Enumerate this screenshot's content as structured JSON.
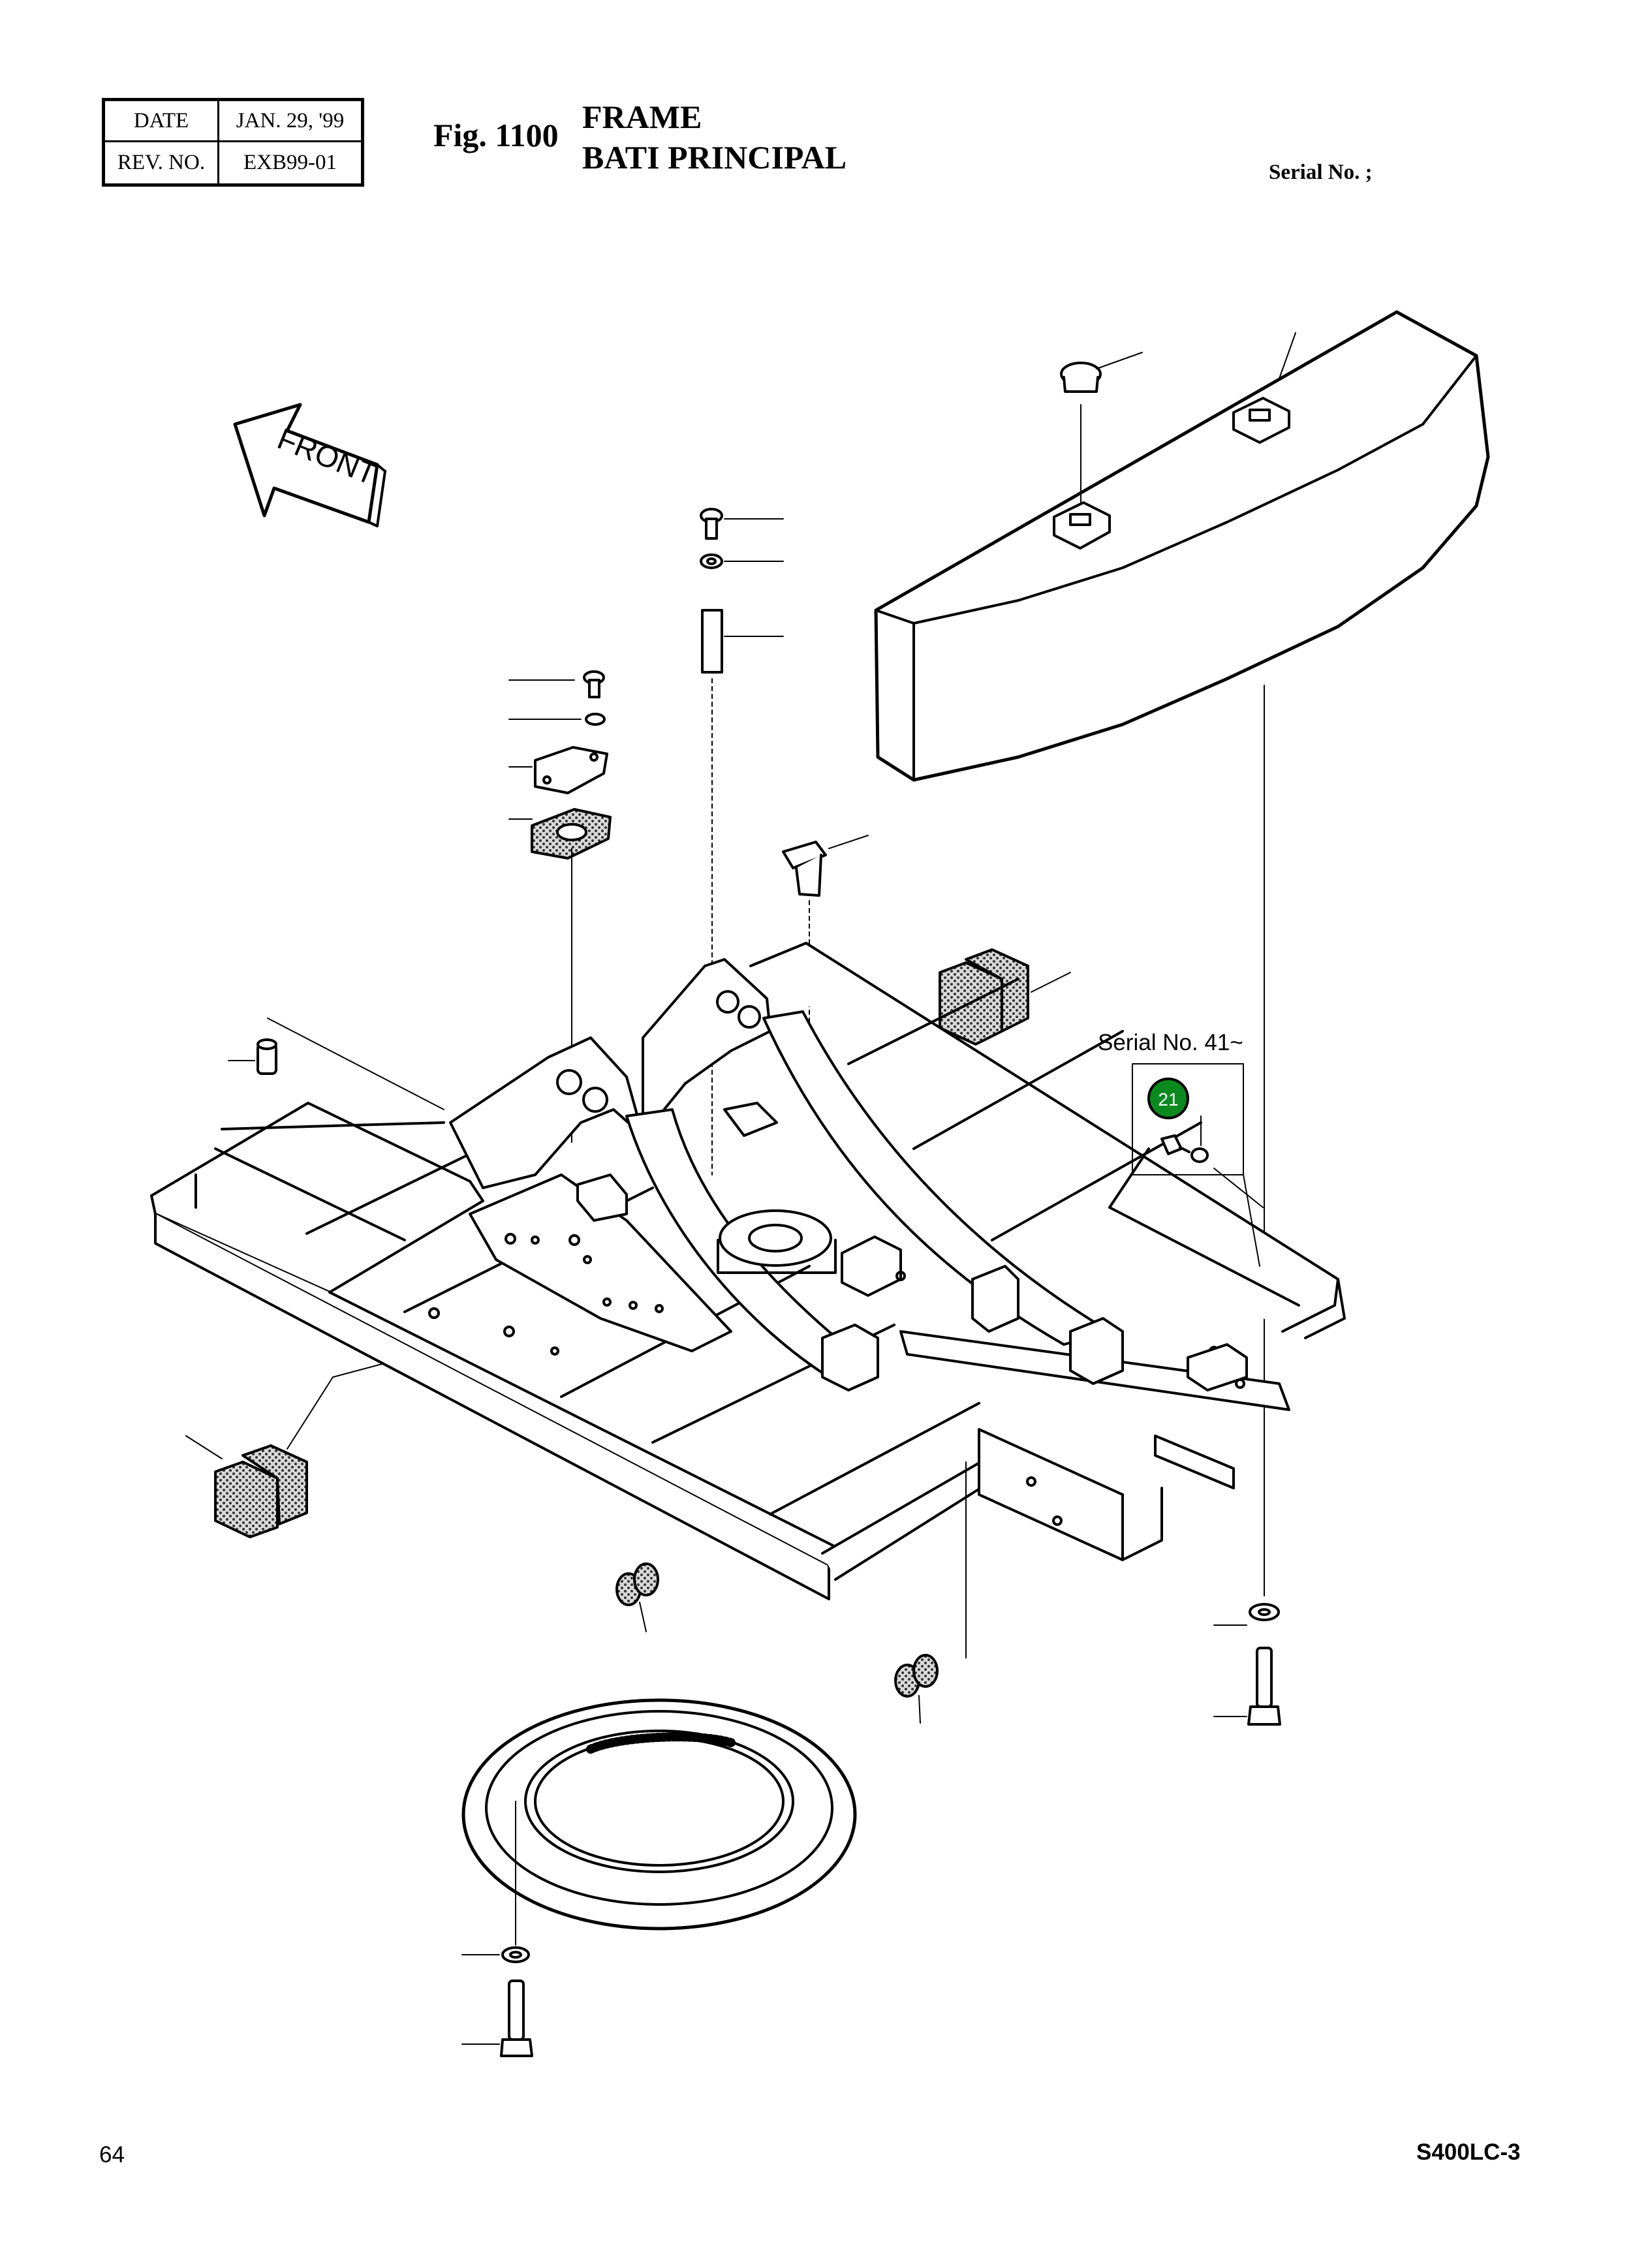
{
  "header": {
    "date_label": "DATE",
    "date_value": "JAN. 29, '99",
    "rev_label": "REV. NO.",
    "rev_value": "EXB99-01"
  },
  "figure": {
    "number": "Fig. 1100",
    "title_en": "FRAME",
    "title_fr": "BATI PRINCIPAL"
  },
  "serial_header": "Serial No. ;",
  "front_arrow_label": "FRONT",
  "callout": {
    "serial_note": "Serial No. 41~",
    "badge_number": "21",
    "badge_color": "#0a8a1e"
  },
  "footer": {
    "page_number": "64",
    "model": "S400LC-3"
  }
}
